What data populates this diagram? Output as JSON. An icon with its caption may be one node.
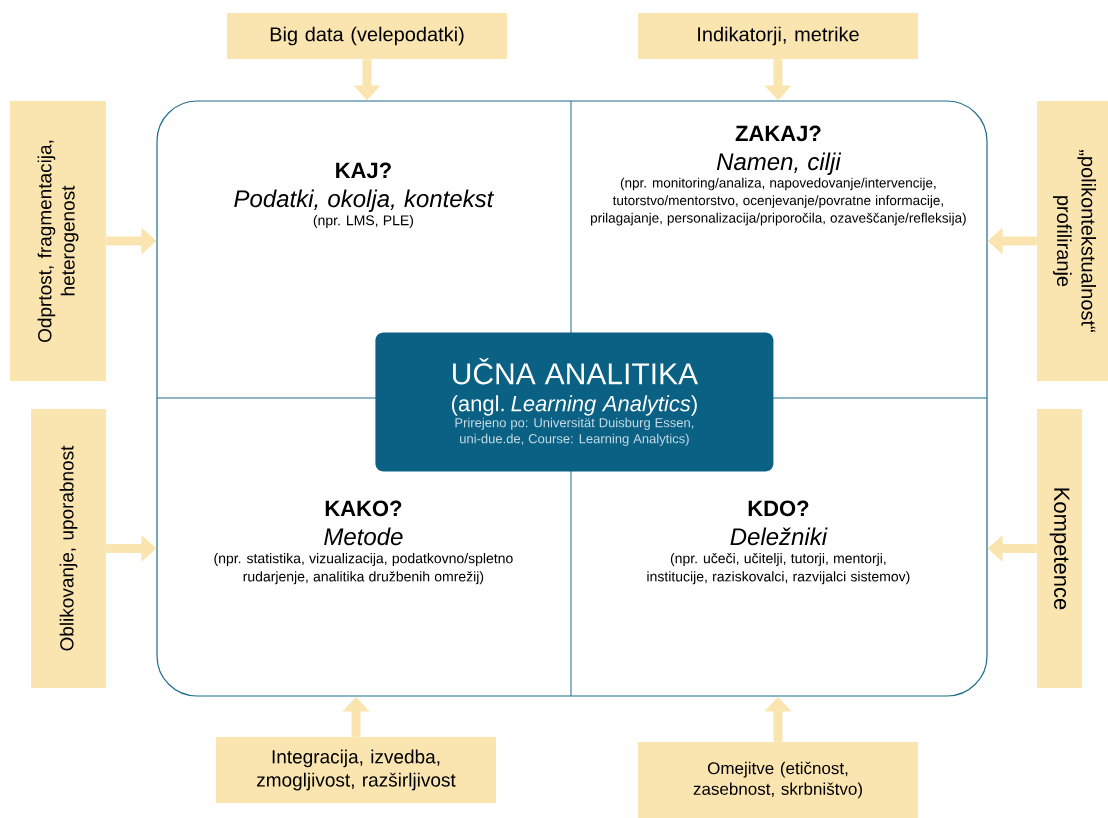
{
  "diagram": {
    "nodes": [
      {
        "text": [],
        "shape": "box"
      },
      {
        "text": [
          "KAJ?",
          "Podatki, okolja, kontekst",
          "(npr. LMS, PLE)"
        ],
        "in": 0
      },
      {
        "text": [
          "ZAKAJ?",
          "Namen, cilji",
          "(npr. monitoring/analiza, napovedovanje/intervencije, tutorstvo/mentorstvo, ocenjevanje/povratne informacije, prilagajanje, personalizacija/priporočila, ozaveščanje/refleksija)"
        ],
        "in": 0
      },
      {
        "text": [
          "KAKO?",
          "Metode",
          "(npr. statistika, vizualizacija, podatkovno/spletno rudarjenje, analitika družbenih omrežij)"
        ],
        "in": 0
      },
      {
        "text": [
          "KDO?",
          "Deležniki",
          "(npr. učeči, učitelji, tutorji, mentorji, institucije, raziskovalci, razvijalci sistemov)"
        ],
        "in": 0
      },
      {
        "text": [
          "UČNA ANALITIKA",
          "(angl. *Learning Analytics*)",
          "Prirejeno po: Universität Duisburg Essen, uni-due.de, Course: Learning Analytics)"
        ],
        "in": 0
      },
      {
        "text": [
          "Big data (velepodatki)"
        ]
      },
      {
        "text": [
          "Indikatorji, metrike"
        ]
      },
      {
        "text": [
          "Odprtost, fragmentacija, heterogenost"
        ]
      },
      {
        "text": [
          "„polikontekstualnost“ profiliranje"
        ]
      },
      {
        "text": [
          "Oblikovanje, uporabnost"
        ]
      },
      {
        "text": [
          "Kompetence"
        ]
      },
      {
        "text": [
          "Integracija, izvedba, zmogljivost, razširljivost"
        ]
      },
      {
        "text": [
          "Omejitve (etičnost, zasebnost, skrbništvo)"
        ]
      }
    ],
    "edges": [
      {
        "from": 6,
        "to": 0,
        "arrow": "to"
      },
      {
        "from": 7,
        "to": 0,
        "arrow": "to"
      },
      {
        "from": 8,
        "to": 0,
        "arrow": "to"
      },
      {
        "from": 9,
        "to": 0,
        "arrow": "to"
      },
      {
        "from": 10,
        "to": 0,
        "arrow": "to"
      },
      {
        "from": 11,
        "to": 0,
        "arrow": "to"
      },
      {
        "from": 12,
        "to": 0,
        "arrow": "to"
      },
      {
        "from": 13,
        "to": 0,
        "arrow": "to"
      }
    ]
  }
}
